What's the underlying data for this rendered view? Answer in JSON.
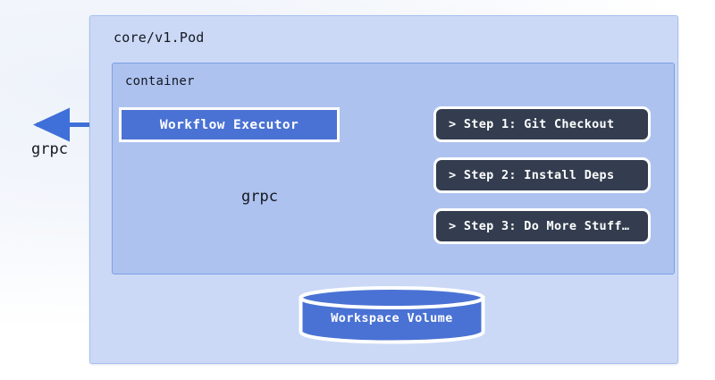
{
  "diagram": {
    "title_pod": "core/v1.Pod",
    "title_container": "container",
    "executor": {
      "label": "Workflow Executor"
    },
    "steps": [
      {
        "label": "> Step 1: Git Checkout"
      },
      {
        "label": "> Step 2: Install Deps"
      },
      {
        "label": "> Step 3: Do More Stuff…"
      }
    ],
    "volume": {
      "label": "Workspace Volume"
    },
    "edges": [
      {
        "label": "grpc",
        "direction": "outbound",
        "color": "#4a72d4"
      },
      {
        "label": "grpc",
        "direction": "inbound",
        "color": "#f0a94e"
      }
    ],
    "colors": {
      "pod_fill": "#cbd9f6",
      "container_fill": "#adc2ef",
      "accent_blue": "#4a72d4",
      "accent_orange": "#f0a94e",
      "step_fill": "#333d4f",
      "stroke_white": "#ffffff",
      "text_dark": "#15181f"
    }
  }
}
